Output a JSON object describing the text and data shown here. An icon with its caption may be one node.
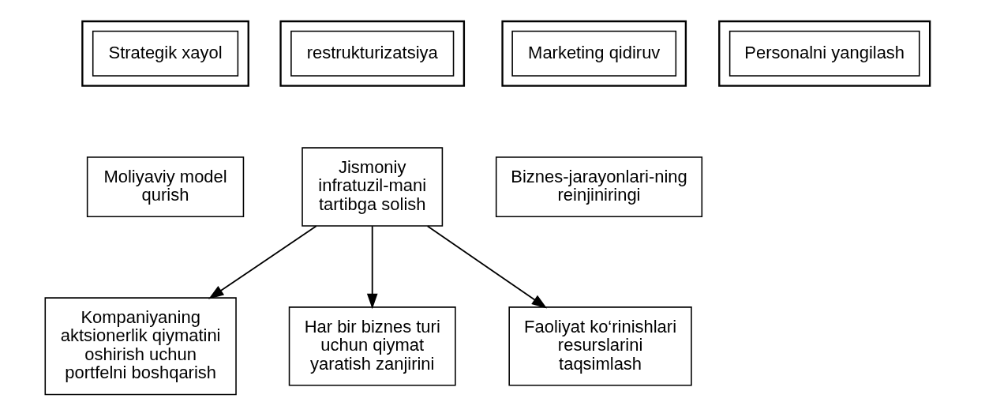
{
  "diagram": {
    "nodes": [
      {
        "text": [],
        "shape": "chevron"
      },
      {
        "text": [
          "Strategik xayol"
        ],
        "in": 0
      },
      {
        "text": [],
        "shape": "chevron"
      },
      {
        "text": [
          "restrukturizatsiya"
        ],
        "in": 2
      },
      {
        "text": [],
        "shape": "chevron"
      },
      {
        "text": [
          "Marketing qidiruv"
        ],
        "in": 4
      },
      {
        "text": [],
        "shape": "chevron"
      },
      {
        "text": [
          "Personalni yangilash"
        ],
        "in": 6
      },
      {
        "text": [
          "Moliyaviy model qurish"
        ]
      },
      {
        "text": [
          "Jismoniy infratuzil-mani tartibga solish"
        ]
      },
      {
        "text": [
          "Biznes-jarayonlari-ning reinjiniringi"
        ]
      },
      {
        "text": [
          "Kompaniyaning aktsionerlik qiymatini oshirish uchun portfelni boshqarish"
        ]
      },
      {
        "text": [
          "Har bir biznes turi uchun qiymat yaratish zanjirini"
        ]
      },
      {
        "text": [
          "Faoliyat ko‘rinishlari resurslarini taqsimlash"
        ]
      }
    ],
    "edges": [
      {
        "from": 9,
        "to": 11,
        "arrow": "to"
      },
      {
        "from": 9,
        "to": 12,
        "arrow": "to"
      },
      {
        "from": 9,
        "to": 13,
        "arrow": "to"
      }
    ]
  }
}
